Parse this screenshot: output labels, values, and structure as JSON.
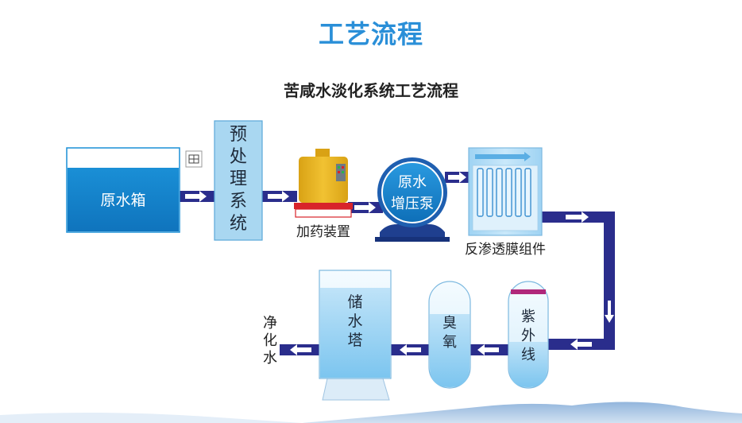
{
  "title": "工艺流程",
  "subtitle": "苦咸水淡化系统工艺流程",
  "equipment": {
    "raw_water_tank": "原水箱",
    "pretreatment": "预处理系统",
    "dosing": "加药装置",
    "pump": "原水增压泵",
    "ro_module": "反渗透膜组件",
    "uv": "紫外线",
    "ozone": "臭氧",
    "storage_tower": "储水塔",
    "clean_water": "净化水"
  },
  "colors": {
    "pipe": "#2a2d8c",
    "water": "#1688d0",
    "title": "#2a8fd8",
    "dosing_body": "#e6b31c",
    "dosing_band": "#d8232a"
  }
}
